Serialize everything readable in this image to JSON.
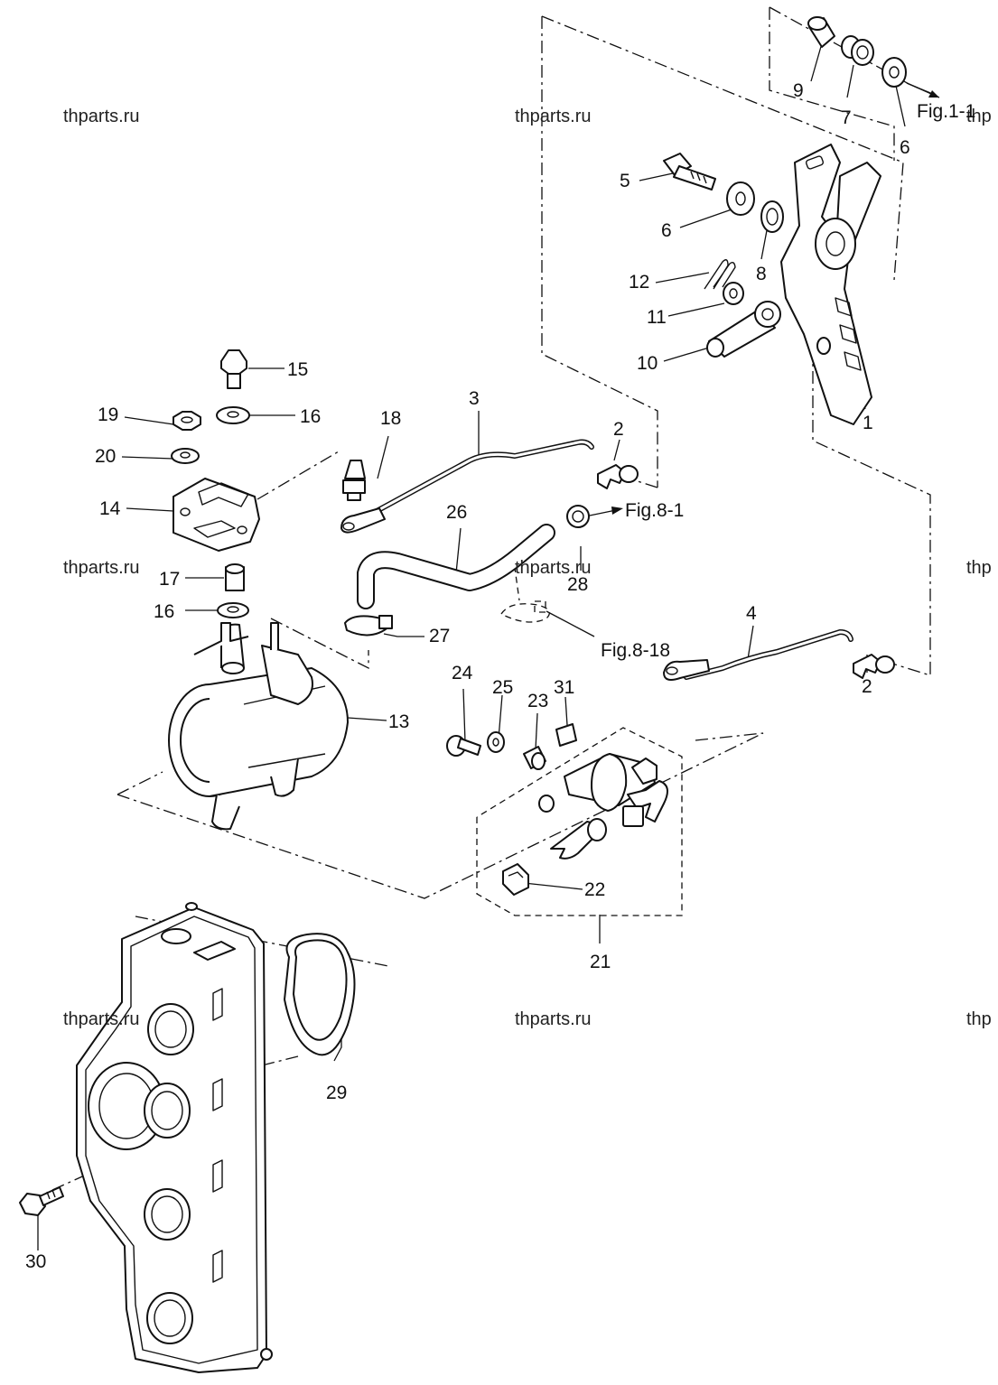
{
  "watermark": "thparts.ru",
  "watermark_partial": "thp",
  "parts": {
    "p1": "1",
    "p2a": "2",
    "p2b": "2",
    "p3": "3",
    "p4": "4",
    "p5": "5",
    "p6a": "6",
    "p6b": "6",
    "p7": "7",
    "p8": "8",
    "p9": "9",
    "p10": "10",
    "p11": "11",
    "p12": "12",
    "p13": "13",
    "p14": "14",
    "p15": "15",
    "p16a": "16",
    "p16b": "16",
    "p17": "17",
    "p18": "18",
    "p19": "19",
    "p20": "20",
    "p21": "21",
    "p22": "22",
    "p23": "23",
    "p24": "24",
    "p25": "25",
    "p26": "26",
    "p27": "27",
    "p28": "28",
    "p29": "29",
    "p30": "30",
    "p31": "31"
  },
  "refs": {
    "fig_1_1": "Fig.1-1",
    "fig_8_1": "Fig.8-1",
    "fig_8_18": "Fig.8-18"
  }
}
